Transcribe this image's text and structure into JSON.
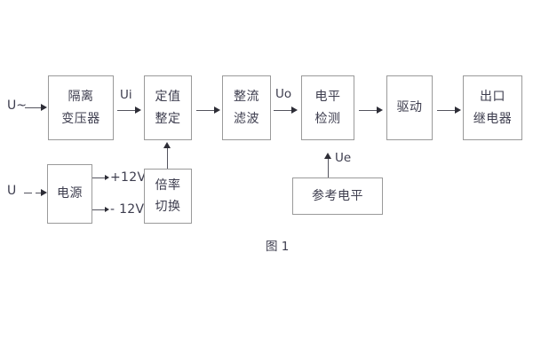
{
  "figure": {
    "caption": "图 1",
    "background": "#ffffff",
    "box_border_color": "#9a9a9a",
    "line_color": "#54545e",
    "text_color": "#3d3d4e"
  },
  "inputs": {
    "ac_input_label": "U~",
    "dc_input_label": "U"
  },
  "signals": {
    "ui": "Ui",
    "uo": "Uo",
    "ue": "Ue"
  },
  "rails": {
    "positive": "+12V",
    "negative": "- 12V"
  },
  "blocks": [
    {
      "id": "isolation-transformer",
      "line1": "隔离",
      "line2": "变压器"
    },
    {
      "id": "setting-value",
      "line1": "定值",
      "line2": "整定"
    },
    {
      "id": "rectify-filter",
      "line1": "整流",
      "line2": "滤波"
    },
    {
      "id": "level-detection",
      "line1": "电平",
      "line2": "检测"
    },
    {
      "id": "drive",
      "line1": "驱动",
      "line2": ""
    },
    {
      "id": "output-relay",
      "line1": "出口",
      "line2": "继电器"
    },
    {
      "id": "power-supply",
      "line1": "电源",
      "line2": ""
    },
    {
      "id": "multiplier-switch",
      "line1": "倍率",
      "line2": "切换"
    },
    {
      "id": "reference-level",
      "line1": "参考电平",
      "line2": ""
    }
  ],
  "chart_data": {
    "type": "diagram",
    "title": "图 1",
    "nodes": [
      {
        "id": "ac-input",
        "label": "U~",
        "row": "top"
      },
      {
        "id": "isolation-transformer",
        "label": "隔离变压器",
        "row": "top"
      },
      {
        "id": "setting-value",
        "label": "定值整定",
        "row": "top"
      },
      {
        "id": "rectify-filter",
        "label": "整流滤波",
        "row": "top"
      },
      {
        "id": "level-detection",
        "label": "电平检测",
        "row": "top"
      },
      {
        "id": "drive",
        "label": "驱动",
        "row": "top"
      },
      {
        "id": "output-relay",
        "label": "出口继电器",
        "row": "top"
      },
      {
        "id": "dc-input",
        "label": "U",
        "row": "bottom"
      },
      {
        "id": "power-supply",
        "label": "电源",
        "row": "bottom"
      },
      {
        "id": "multiplier-switch",
        "label": "倍率切换",
        "row": "bottom"
      },
      {
        "id": "reference-level",
        "label": "参考电平",
        "row": "bottom"
      }
    ],
    "edges": [
      {
        "from": "ac-input",
        "to": "isolation-transformer",
        "label": "",
        "dir": "right"
      },
      {
        "from": "isolation-transformer",
        "to": "setting-value",
        "label": "Ui",
        "dir": "right"
      },
      {
        "from": "setting-value",
        "to": "rectify-filter",
        "label": "",
        "dir": "right"
      },
      {
        "from": "rectify-filter",
        "to": "level-detection",
        "label": "Uo",
        "dir": "right"
      },
      {
        "from": "level-detection",
        "to": "drive",
        "label": "",
        "dir": "right"
      },
      {
        "from": "drive",
        "to": "output-relay",
        "label": "",
        "dir": "right"
      },
      {
        "from": "dc-input",
        "to": "power-supply",
        "label": "",
        "dir": "right"
      },
      {
        "from": "power-supply",
        "to": "",
        "label": "+12V",
        "dir": "right"
      },
      {
        "from": "power-supply",
        "to": "",
        "label": "- 12V",
        "dir": "right"
      },
      {
        "from": "multiplier-switch",
        "to": "setting-value",
        "label": "",
        "dir": "up"
      },
      {
        "from": "reference-level",
        "to": "level-detection",
        "label": "Ue",
        "dir": "up"
      }
    ]
  }
}
